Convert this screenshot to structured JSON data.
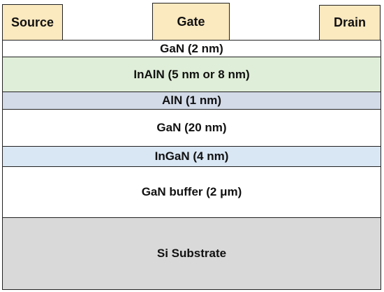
{
  "colors": {
    "contact_fill": "#fbe9bf",
    "border": "#222222",
    "text": "#111111"
  },
  "contacts": [
    {
      "id": "source",
      "label": "Source"
    },
    {
      "id": "gate",
      "label": "Gate"
    },
    {
      "id": "drain",
      "label": "Drain"
    }
  ],
  "layers": [
    {
      "id": "gan-cap",
      "label": "GaN (2 nm)",
      "color": "#ffffff"
    },
    {
      "id": "inaln",
      "label": "InAlN (5 nm or 8 nm)",
      "color": "#dfeed8"
    },
    {
      "id": "aln",
      "label": "AlN (1 nm)",
      "color": "#d3dbe8"
    },
    {
      "id": "gan-channel",
      "label": "GaN (20 nm)",
      "color": "#ffffff"
    },
    {
      "id": "ingan",
      "label": "InGaN (4 nm)",
      "color": "#d9e6f3"
    },
    {
      "id": "gan-buffer",
      "label": "GaN buffer (2 μm)",
      "color": "#ffffff"
    },
    {
      "id": "si-substrate",
      "label": "Si Substrate",
      "color": "#d9d9d9"
    }
  ]
}
